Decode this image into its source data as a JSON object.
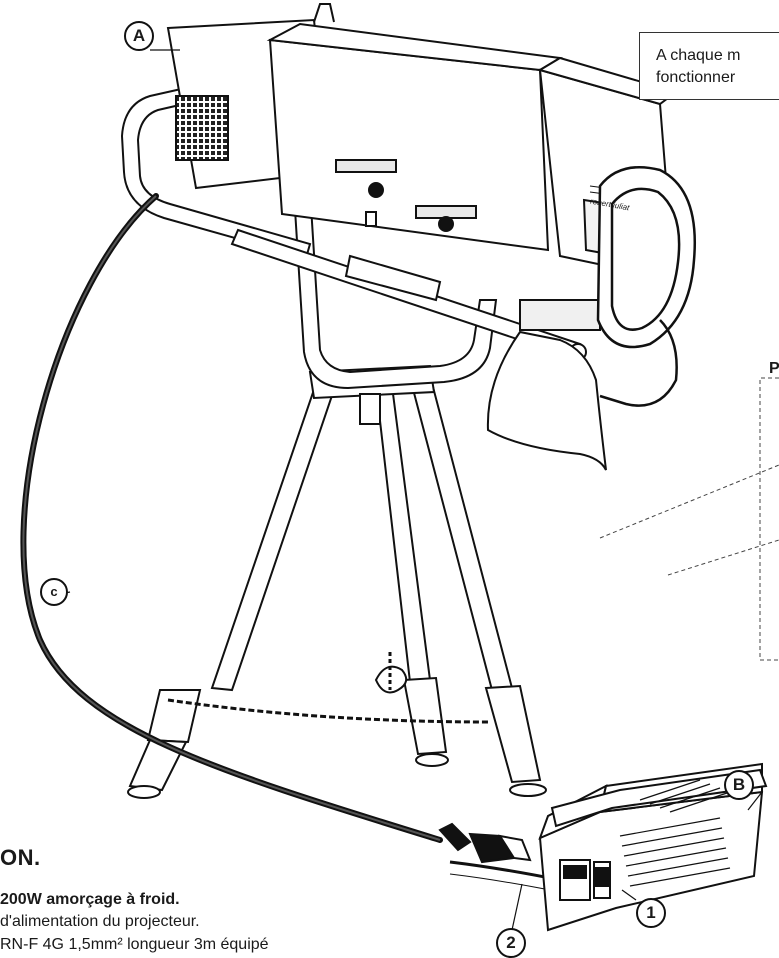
{
  "notice": {
    "line1": "A chaque m",
    "line2": "fonctionner"
  },
  "callouts": {
    "a": "A",
    "b": "B",
    "c": "c",
    "one": "1",
    "two": "2",
    "p": "P"
  },
  "section": {
    "heading": "ON.",
    "line1": "200W amorçage à froid.",
    "line2": "d'alimentation du projecteur.",
    "line3": "RN-F 4G 1,5mm² longueur 3m équipé"
  },
  "brand_text": "robert juliat"
}
